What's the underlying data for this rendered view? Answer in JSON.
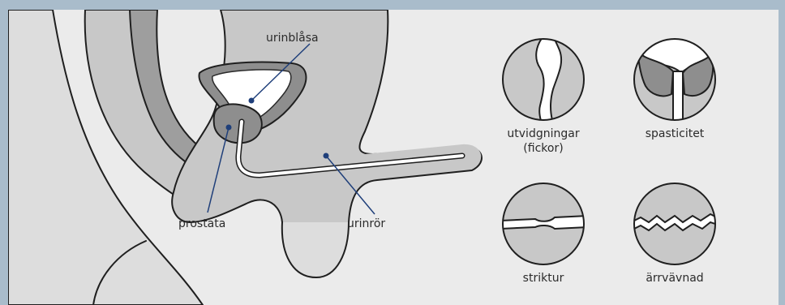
{
  "labels": {
    "bladder": "urinblåsa",
    "prostate": "prostata",
    "urethra": "urinrör"
  },
  "details": [
    {
      "key": "dilations",
      "label": "utvidgningar\n(fickor)"
    },
    {
      "key": "spasticity",
      "label": "spasticitet"
    },
    {
      "key": "stricture",
      "label": "striktur"
    },
    {
      "key": "scar",
      "label": "ärrvävnad"
    }
  ],
  "colors": {
    "frame": "#a9bccb",
    "panel": "#ebebeb",
    "tissue": "#c8c8c8",
    "tissue_dark": "#8e8e8e",
    "outline": "#1f1f1f",
    "leader": "#1f3f7a",
    "white": "#ffffff"
  }
}
